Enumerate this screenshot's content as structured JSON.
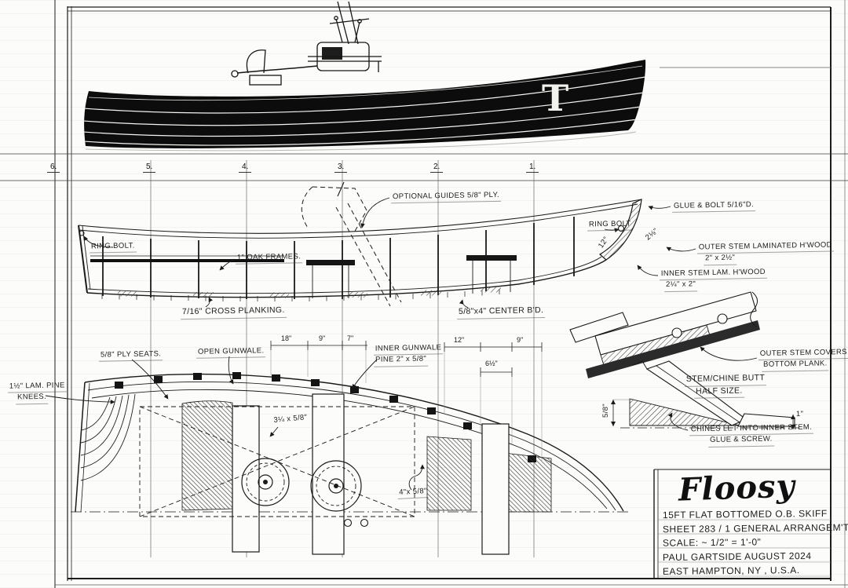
{
  "page": {
    "monogram": "T"
  },
  "stations": {
    "labels": [
      "6.",
      "5.",
      "4.",
      "3.",
      "2.",
      "1."
    ]
  },
  "profile": {
    "ring_bolt_left": "RING BOLT.",
    "oak_frames": "1\" OAK FRAMES.",
    "cross_planking": "7/16\" CROSS PLANKING.",
    "optional_guides": "OPTIONAL GUIDES 5/8\" PLY.",
    "ring_bolt_right": "RING BOLT",
    "glue_bolt": "GLUE & BOLT 5/16\"D.",
    "outer_stem_1": "OUTER STEM LAMINATED H'WOOD",
    "outer_stem_2": "2\" x 2½\"",
    "inner_stem_1": "INNER STEM LAM. H'WOOD",
    "inner_stem_2": "2¼\" x 2\"",
    "center_board": "5/8\"x4\" CENTER B'D.",
    "stem_dim": "2⅛\"",
    "stem_angle": "12°"
  },
  "plan": {
    "ply_seats": "5/8\" PLY SEATS.",
    "open_gunwale": "OPEN GUNWALE.",
    "inner_gunwale_1": "INNER GUNWALE",
    "inner_gunwale_2": "PINE 2\" x 5/8\"",
    "knees_1": "1½\" LAM. PINE",
    "knees_2": "KNEES.",
    "riser_dim": "3¼ x 5/8\"",
    "frame_dim": "4\"x 5/8\"",
    "dims": {
      "d18": "18\"",
      "d9a": "9\"",
      "d7": "7\"",
      "d12": "12\"",
      "d9b": "9\"",
      "d6h": "6½\""
    }
  },
  "details": {
    "outer_stem_covers_1": "OUTER STEM COVERS",
    "outer_stem_covers_2": "BOTTOM PLANK.",
    "butt_title_1": "STEM/CHINE BUTT",
    "butt_title_2": "HALF SIZE.",
    "chines_note_1": "CHINES LET INTO INNER STEM.",
    "chines_note_2": "GLUE & SCREW.",
    "dim_58": "5/8\"",
    "dim_1": "1\""
  },
  "title_block": {
    "boat_name": "Floosy",
    "line1": "15FT  FLAT BOTTOMED  O.B.  SKIFF",
    "line2": "SHEET 283 / 1  GENERAL ARRANGEM'T.",
    "line3": "SCALE:  ~  1/2\" = 1'-0\"",
    "line4": "PAUL GARTSIDE    AUGUST 2024",
    "line5": "EAST HAMPTON, NY , U.S.A."
  }
}
